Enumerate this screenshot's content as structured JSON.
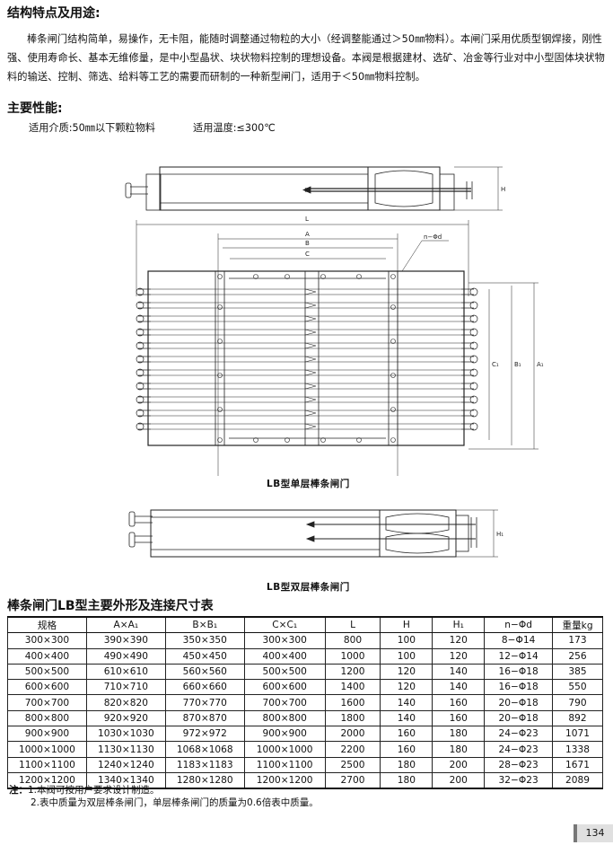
{
  "section1": {
    "title": "结构特点及用途:",
    "paragraph": "棒条闸门结构简单，易操作，无卡阻，能随时调整通过物粒的大小（经调整能通过＞50㎜物料）。本闸门采用优质型钢焊接，刚性强、使用寿命长、基本无维修量，是中小型晶状、块状物料控制的理想设备。本阀是根据建材、选矿、冶金等行业对中小型固体块状物料的输送、控制、筛选、给料等工艺的需要而研制的一种新型闸门，适用于＜50㎜物料控制。"
  },
  "section2": {
    "title": "主要性能:",
    "medium": "适用介质:50㎜以下颗粒物料",
    "temperature": "适用温度:≤300℃"
  },
  "drawing": {
    "labels": {
      "H": "H",
      "L": "L",
      "A": "A",
      "B": "B",
      "C": "C",
      "nphi": "n−Φd",
      "C1": "C₁",
      "B1": "B₁",
      "A1": "A₁",
      "H1": "H₁"
    },
    "caption_single": "LB型单层棒条闸门",
    "caption_double": "LB型双层棒条闸门"
  },
  "table": {
    "title": "棒条闸门LB型主要外形及连接尺寸表",
    "headers": [
      "规格",
      "A×A₁",
      "B×B₁",
      "C×C₁",
      "L",
      "H",
      "H₁",
      "n−Φd",
      "重量kg"
    ],
    "rows": [
      [
        "300×300",
        "390×390",
        "350×350",
        "300×300",
        "800",
        "100",
        "120",
        "8−Φ14",
        "173"
      ],
      [
        "400×400",
        "490×490",
        "450×450",
        "400×400",
        "1000",
        "100",
        "120",
        "12−Φ14",
        "256"
      ],
      [
        "500×500",
        "610×610",
        "560×560",
        "500×500",
        "1200",
        "120",
        "140",
        "16−Φ18",
        "385"
      ],
      [
        "600×600",
        "710×710",
        "660×660",
        "600×600",
        "1400",
        "120",
        "140",
        "16−Φ18",
        "550"
      ],
      [
        "700×700",
        "820×820",
        "770×770",
        "700×700",
        "1600",
        "140",
        "160",
        "20−Φ18",
        "790"
      ],
      [
        "800×800",
        "920×920",
        "870×870",
        "800×800",
        "1800",
        "140",
        "160",
        "20−Φ18",
        "892"
      ],
      [
        "900×900",
        "1030×1030",
        "972×972",
        "900×900",
        "2000",
        "160",
        "180",
        "24−Φ23",
        "1071"
      ],
      [
        "1000×1000",
        "1130×1130",
        "1068×1068",
        "1000×1000",
        "2200",
        "160",
        "180",
        "24−Φ23",
        "1338"
      ],
      [
        "1100×1100",
        "1240×1240",
        "1183×1183",
        "1100×1100",
        "2500",
        "180",
        "200",
        "28−Φ23",
        "1671"
      ],
      [
        "1200×1200",
        "1340×1340",
        "1280×1280",
        "1200×1200",
        "2700",
        "180",
        "200",
        "32−Φ23",
        "2089"
      ]
    ]
  },
  "notes": {
    "label": "注：",
    "line1": "1.本阀可按用户要求设计制造。",
    "line2": "2.表中质量为双层棒条闸门，单层棒条闸门的质量为0.6倍表中质量。"
  },
  "page_number": "134"
}
